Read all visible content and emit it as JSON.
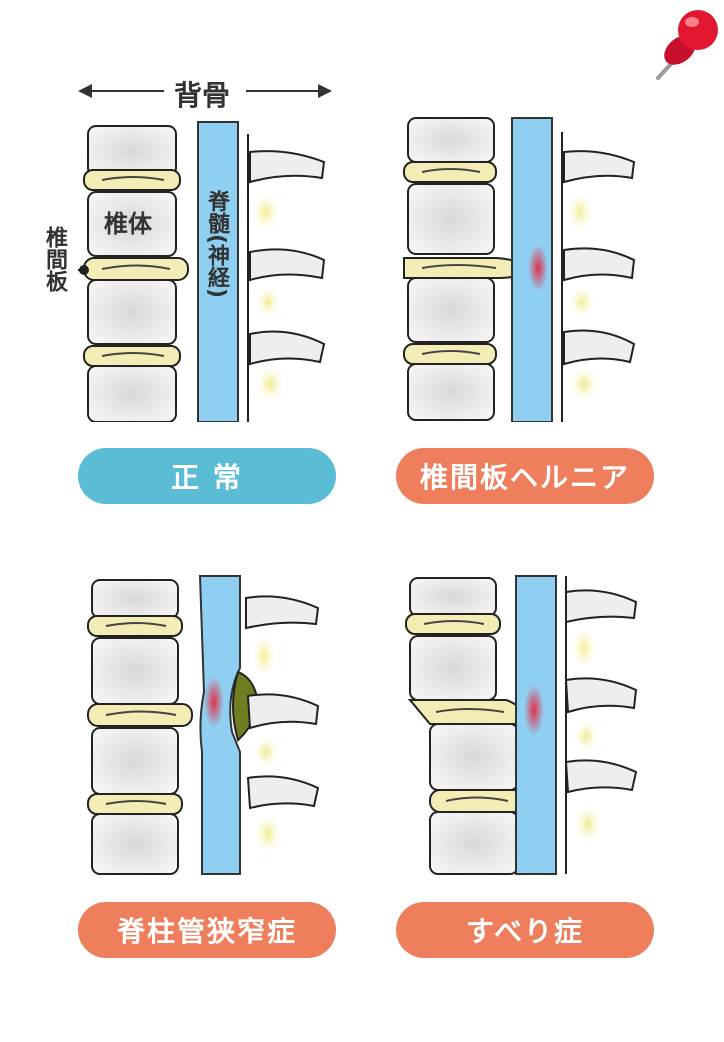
{
  "header": {
    "backbone_label": "背骨"
  },
  "annotations": {
    "vertebral_body": "椎体",
    "spinal_cord": "脊髄(神経)",
    "disc": "椎間板"
  },
  "conditions": [
    {
      "label": "正 常"
    },
    {
      "label": "椎間板ヘルニア"
    },
    {
      "label": "脊柱管狭窄症"
    },
    {
      "label": "すべり症"
    }
  ],
  "colors": {
    "normal_pill": "#5bbcd6",
    "disease_pill": "#ee7e5c",
    "canal": "#8fd0f2",
    "disc": "#f3ecb5",
    "inflammation": "#e0334f",
    "ligament": "#707e20"
  },
  "icons": {
    "pin": "pushpin-icon"
  }
}
